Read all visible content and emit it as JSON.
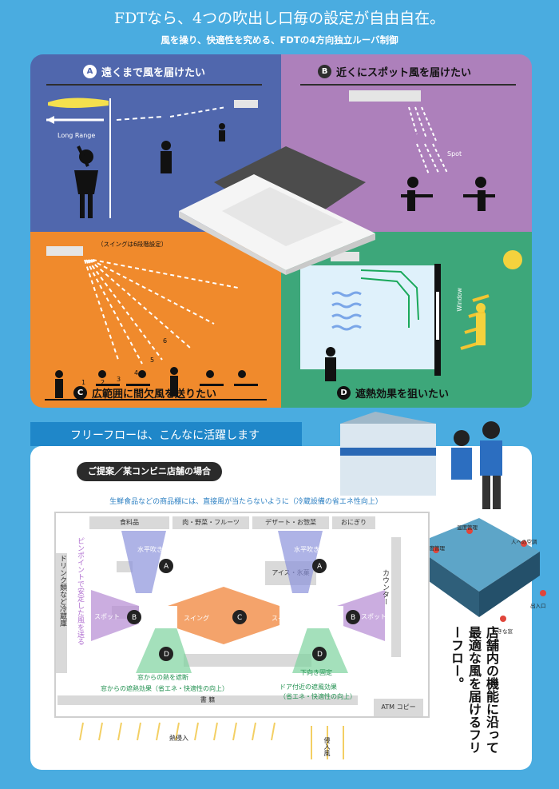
{
  "header": {
    "title": "FDTなら、4つの吹出し口毎の設定が自由自在。",
    "subtitle": "風を操り、快適性を究める、FDTの4方向独立ルーバ制御"
  },
  "quadrants": {
    "a": {
      "badge": "A",
      "title": "遠くまで風を届けたい",
      "label": "Long Range"
    },
    "b": {
      "badge": "B",
      "title": "近くにスポット風を届けたい",
      "label": "Spot"
    },
    "c": {
      "badge": "C",
      "title": "広範囲に間欠風を送りたい",
      "swing_note": "（スイングは6段階設定）",
      "steps": [
        "1",
        "2",
        "3",
        "4",
        "5",
        "6"
      ]
    },
    "d": {
      "badge": "D",
      "title": "遮熱効果を狙いたい",
      "window_label": "Window"
    }
  },
  "freeflow": {
    "tab": "フリーフローは、こんなに活躍します",
    "proposal": "ご提案／某コンビニ店舗の場合",
    "notice": "生鮮食品などの商品棚には、直接風が当たらないように（冷蔵設備の省エネ性向上）",
    "shelves": [
      "食料品",
      "肉・野菜・フルーツ",
      "デザート・お惣菜",
      "おにぎり"
    ],
    "left_wall": "ドリンク類など冷蔵庫",
    "counter": "カウンター",
    "ice": "アイス・氷菓",
    "horizontal_fixed": "水平吹き固定",
    "spot": "スポット",
    "swing": "スイング",
    "window_heat": "窓からの熱を遮断",
    "window_effect": "窓からの遮熱効果（省エネ・快適性の向上）",
    "down_fixed": "下向き固定",
    "door_effect": "ドア付近の遮風効果",
    "door_effect2": "（省エネ・快適性の向上）",
    "pinpoint": "ピンポイントで安定した風を送る",
    "atm": "ATM",
    "copy": "コピー",
    "magazine": "書 籍",
    "heat_in": "熱侵入",
    "wind_in": "侵入風",
    "side_title": "店舗内の機能に沿って最適な風を届けるフリーフロー。",
    "callouts": [
      "温度管理",
      "温度管理",
      "人への空調",
      "大きな窓",
      "出入口"
    ]
  },
  "colors": {
    "a": "#5067ad",
    "b": "#ad80bb",
    "c": "#f08a2c",
    "d": "#3da77a",
    "bg": "#4aace0"
  }
}
